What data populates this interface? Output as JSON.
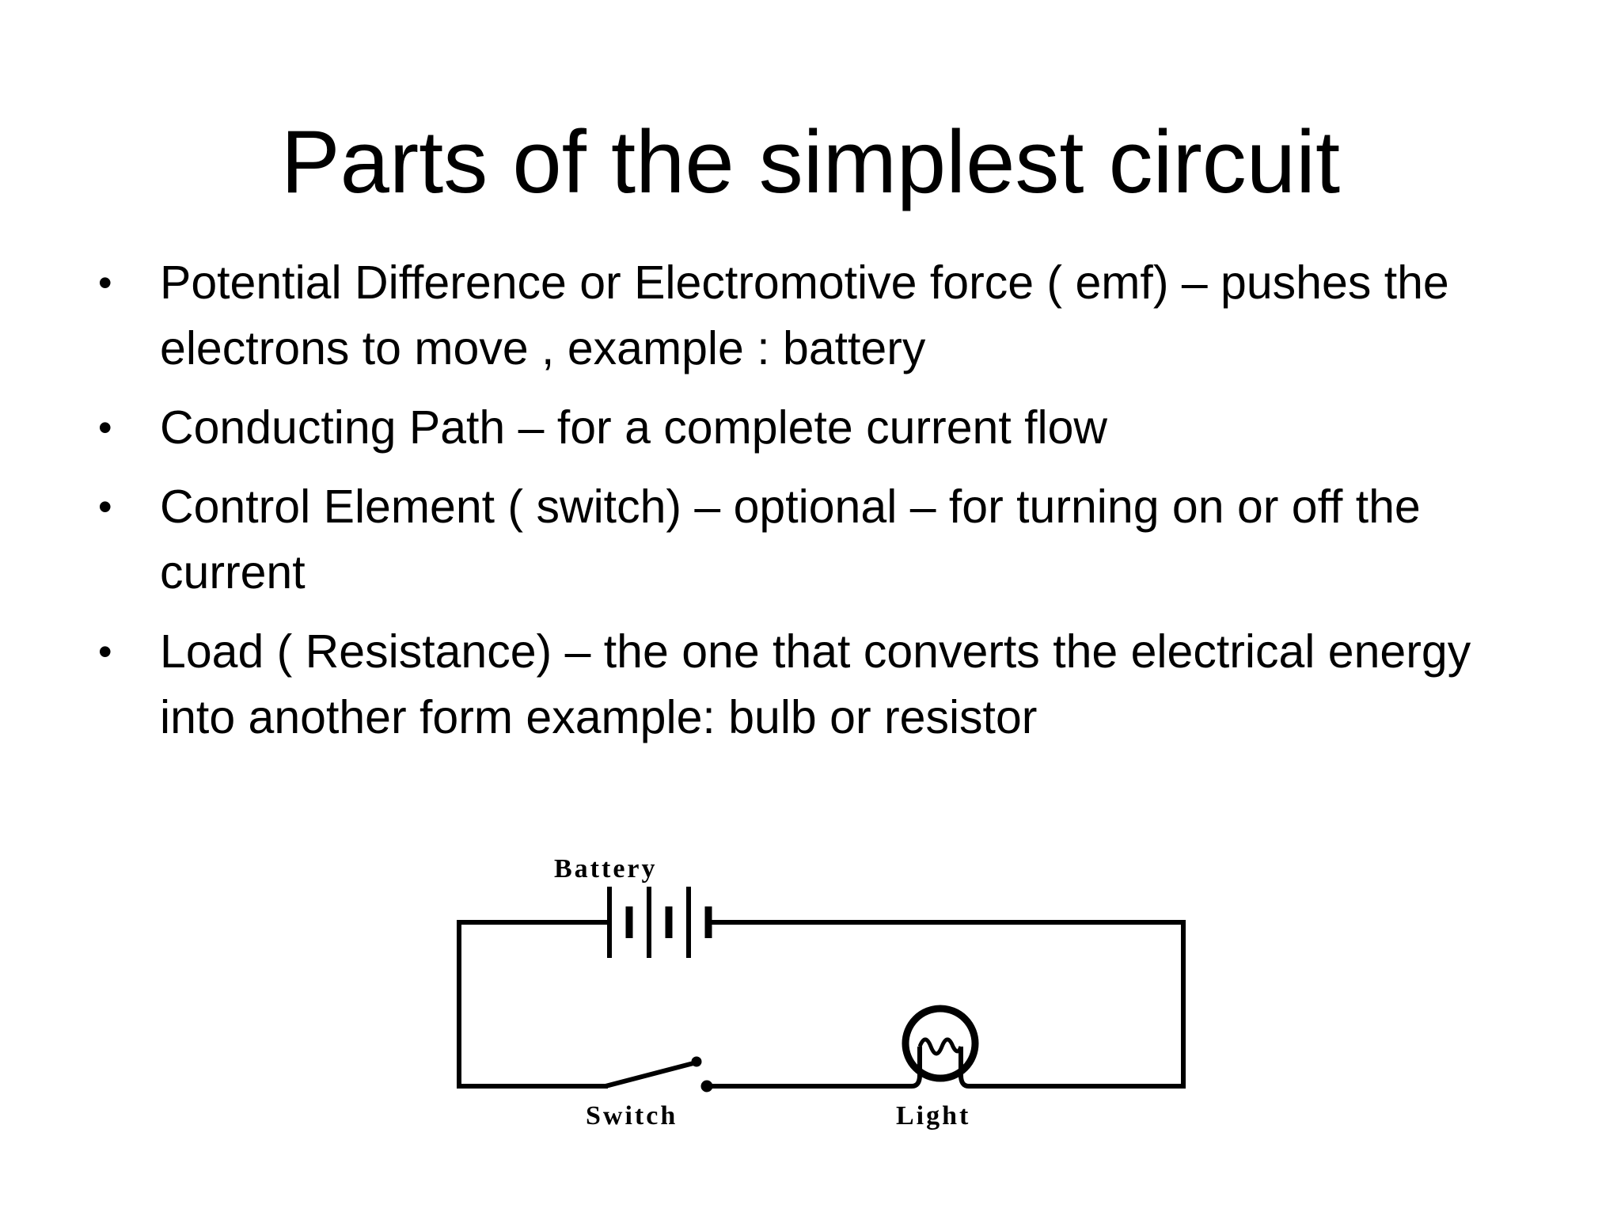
{
  "slide": {
    "title": "Parts of the simplest circuit",
    "bullets": [
      {
        "text": "Potential Difference or Electromotive force ( emf)  – pushes the electrons to move , example : battery"
      },
      {
        "text": "Conducting Path – for a complete current flow"
      },
      {
        "text": "Control Element ( switch) – optional – for  turning on or off the current"
      },
      {
        "text": "Load ( Resistance) – the one that converts the electrical energy into another form example: bulb or resistor"
      }
    ],
    "bullet_glyph": "•"
  },
  "diagram": {
    "labels": {
      "battery": "Battery",
      "switch": "Switch",
      "light": "Light"
    }
  }
}
